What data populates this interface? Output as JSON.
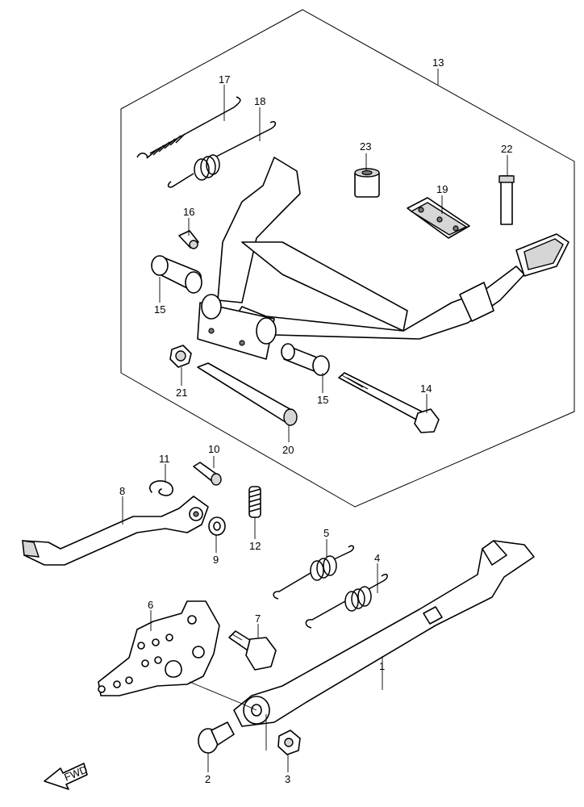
{
  "diagram": {
    "callouts": [
      {
        "id": "c1",
        "label": "1"
      },
      {
        "id": "c2",
        "label": "2"
      },
      {
        "id": "c3",
        "label": "3"
      },
      {
        "id": "c4",
        "label": "4"
      },
      {
        "id": "c5",
        "label": "5"
      },
      {
        "id": "c6",
        "label": "6"
      },
      {
        "id": "c7",
        "label": "7"
      },
      {
        "id": "c8",
        "label": "8"
      },
      {
        "id": "c9",
        "label": "9"
      },
      {
        "id": "c10",
        "label": "10"
      },
      {
        "id": "c11",
        "label": "11"
      },
      {
        "id": "c12",
        "label": "12"
      },
      {
        "id": "c13",
        "label": "13"
      },
      {
        "id": "c14",
        "label": "14"
      },
      {
        "id": "c15a",
        "label": "15"
      },
      {
        "id": "c15b",
        "label": "15"
      },
      {
        "id": "c16",
        "label": "16"
      },
      {
        "id": "c17",
        "label": "17"
      },
      {
        "id": "c18",
        "label": "18"
      },
      {
        "id": "c19",
        "label": "19"
      },
      {
        "id": "c20",
        "label": "20"
      },
      {
        "id": "c21",
        "label": "21"
      },
      {
        "id": "c22",
        "label": "22"
      },
      {
        "id": "c23",
        "label": "23"
      }
    ],
    "front_arrow": {
      "label": "FWD",
      "icon": "front-direction-arrow-icon"
    }
  }
}
